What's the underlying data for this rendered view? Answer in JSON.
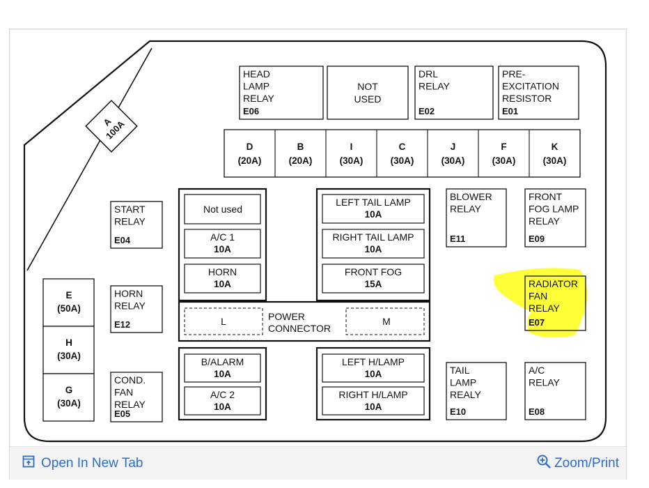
{
  "diagram": {
    "main_fuse": {
      "letter": "A",
      "rating": "100A"
    },
    "top_relays": [
      {
        "lines": [
          "HEAD",
          "LAMP",
          "RELAY"
        ],
        "code": "E06"
      },
      {
        "lines": [
          "NOT",
          "USED"
        ],
        "code": ""
      },
      {
        "lines": [
          "DRL",
          "RELAY"
        ],
        "code": "E02"
      },
      {
        "lines": [
          "PRE-",
          "EXCITATION",
          "RESISTOR"
        ],
        "code": "E01"
      }
    ],
    "fuse_row": [
      {
        "letter": "D",
        "rating": "(20A)"
      },
      {
        "letter": "B",
        "rating": "(20A)"
      },
      {
        "letter": "I",
        "rating": "(30A)"
      },
      {
        "letter": "C",
        "rating": "(30A)"
      },
      {
        "letter": "J",
        "rating": "(30A)"
      },
      {
        "letter": "F",
        "rating": "(30A)"
      },
      {
        "letter": "K",
        "rating": "(30A)"
      }
    ],
    "left_fuses": [
      {
        "letter": "E",
        "rating": "(50A)"
      },
      {
        "letter": "H",
        "rating": "(30A)"
      },
      {
        "letter": "G",
        "rating": "(30A)"
      }
    ],
    "left_relays": [
      {
        "lines": [
          "START",
          "RELAY"
        ],
        "code": "E04"
      },
      {
        "lines": [
          "HORN",
          "RELAY"
        ],
        "code": "E12"
      },
      {
        "lines": [
          "COND.",
          "FAN",
          "RELAY"
        ],
        "code": "E05"
      }
    ],
    "left_block": {
      "not_used": "Not used",
      "fuses": [
        {
          "name": "A/C 1",
          "rating": "10A"
        },
        {
          "name": "HORN",
          "rating": "10A"
        }
      ]
    },
    "center_block": {
      "fuses": [
        {
          "name": "LEFT TAIL LAMP",
          "rating": "10A"
        },
        {
          "name": "RIGHT TAIL LAMP",
          "rating": "10A"
        },
        {
          "name": "FRONT FOG",
          "rating": "15A"
        }
      ]
    },
    "power_connector": {
      "left": "L",
      "label_line1": "POWER",
      "label_line2": "CONNECTOR",
      "right": "M"
    },
    "bottom_left_block": {
      "fuses": [
        {
          "name": "B/ALARM",
          "rating": "10A"
        },
        {
          "name": "A/C 2",
          "rating": "10A"
        }
      ]
    },
    "bottom_center_block": {
      "fuses": [
        {
          "name": "LEFT H/LAMP",
          "rating": "10A"
        },
        {
          "name": "RIGHT H/LAMP",
          "rating": "10A"
        }
      ]
    },
    "right_relays": [
      {
        "lines": [
          "BLOWER",
          "RELAY"
        ],
        "code": "E11"
      },
      {
        "lines": [
          "FRONT",
          "FOG LAMP",
          "RELAY"
        ],
        "code": "E09"
      },
      {
        "lines": [
          "RADIATOR",
          "FAN",
          "RELAY"
        ],
        "code": "E07"
      },
      {
        "lines": [
          "TAIL",
          "LAMP",
          "REALY"
        ],
        "code": "E10"
      },
      {
        "lines": [
          "A/C",
          "RELAY"
        ],
        "code": "E08"
      }
    ],
    "highlight_color": "#ffff00"
  },
  "footer": {
    "open_tab": "Open In New Tab",
    "open_tab_icon": "open-in-new-tab-icon",
    "zoom_print": "Zoom/Print",
    "zoom_icon": "magnifier-plus-icon",
    "link_color": "#2d6cc9"
  }
}
